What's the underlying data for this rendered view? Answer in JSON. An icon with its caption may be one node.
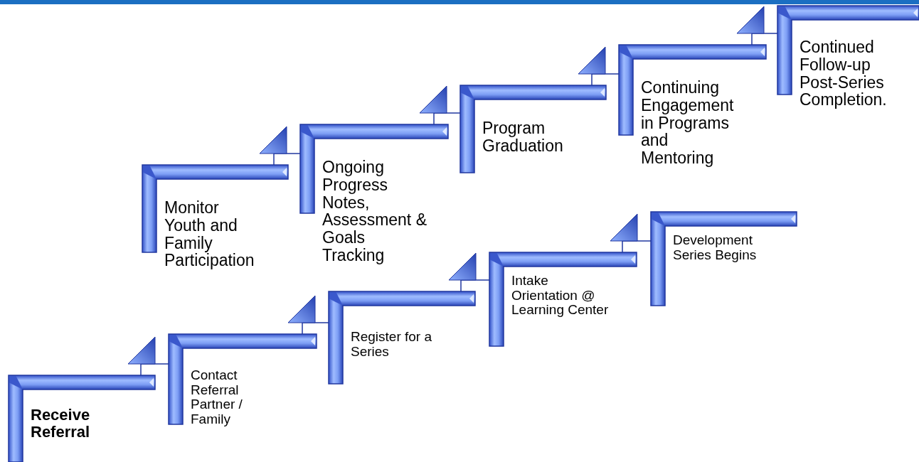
{
  "diagram": {
    "nodes": [
      {
        "text": [
          "Receive Referral"
        ]
      },
      {
        "text": [
          "Contact Referral Partner / Family"
        ]
      },
      {
        "text": [
          "Register for a Series"
        ]
      },
      {
        "text": [
          "Intake Orientation @ Learning Center"
        ]
      },
      {
        "text": [
          "Development Series Begins"
        ]
      },
      {
        "text": [
          "Monitor Youth and Family Participation"
        ]
      },
      {
        "text": [
          "Ongoing Progress Notes, Assessment & Goals Tracking"
        ]
      },
      {
        "text": [
          "Program Graduation"
        ]
      },
      {
        "text": [
          "Continuing Engagement in Programs and Mentoring"
        ]
      },
      {
        "text": [
          "Continued Follow-up Post-Series Completion."
        ]
      }
    ],
    "edges": [
      {
        "from": 0,
        "to": 1,
        "arrow": "to"
      },
      {
        "from": 1,
        "to": 2,
        "arrow": "to"
      },
      {
        "from": 2,
        "to": 3,
        "arrow": "to"
      },
      {
        "from": 3,
        "to": 4,
        "arrow": "to"
      },
      {
        "from": 5,
        "to": 6,
        "arrow": "to"
      },
      {
        "from": 6,
        "to": 7,
        "arrow": "to"
      },
      {
        "from": 7,
        "to": 8,
        "arrow": "to"
      },
      {
        "from": 8,
        "to": 9,
        "arrow": "to"
      }
    ]
  }
}
